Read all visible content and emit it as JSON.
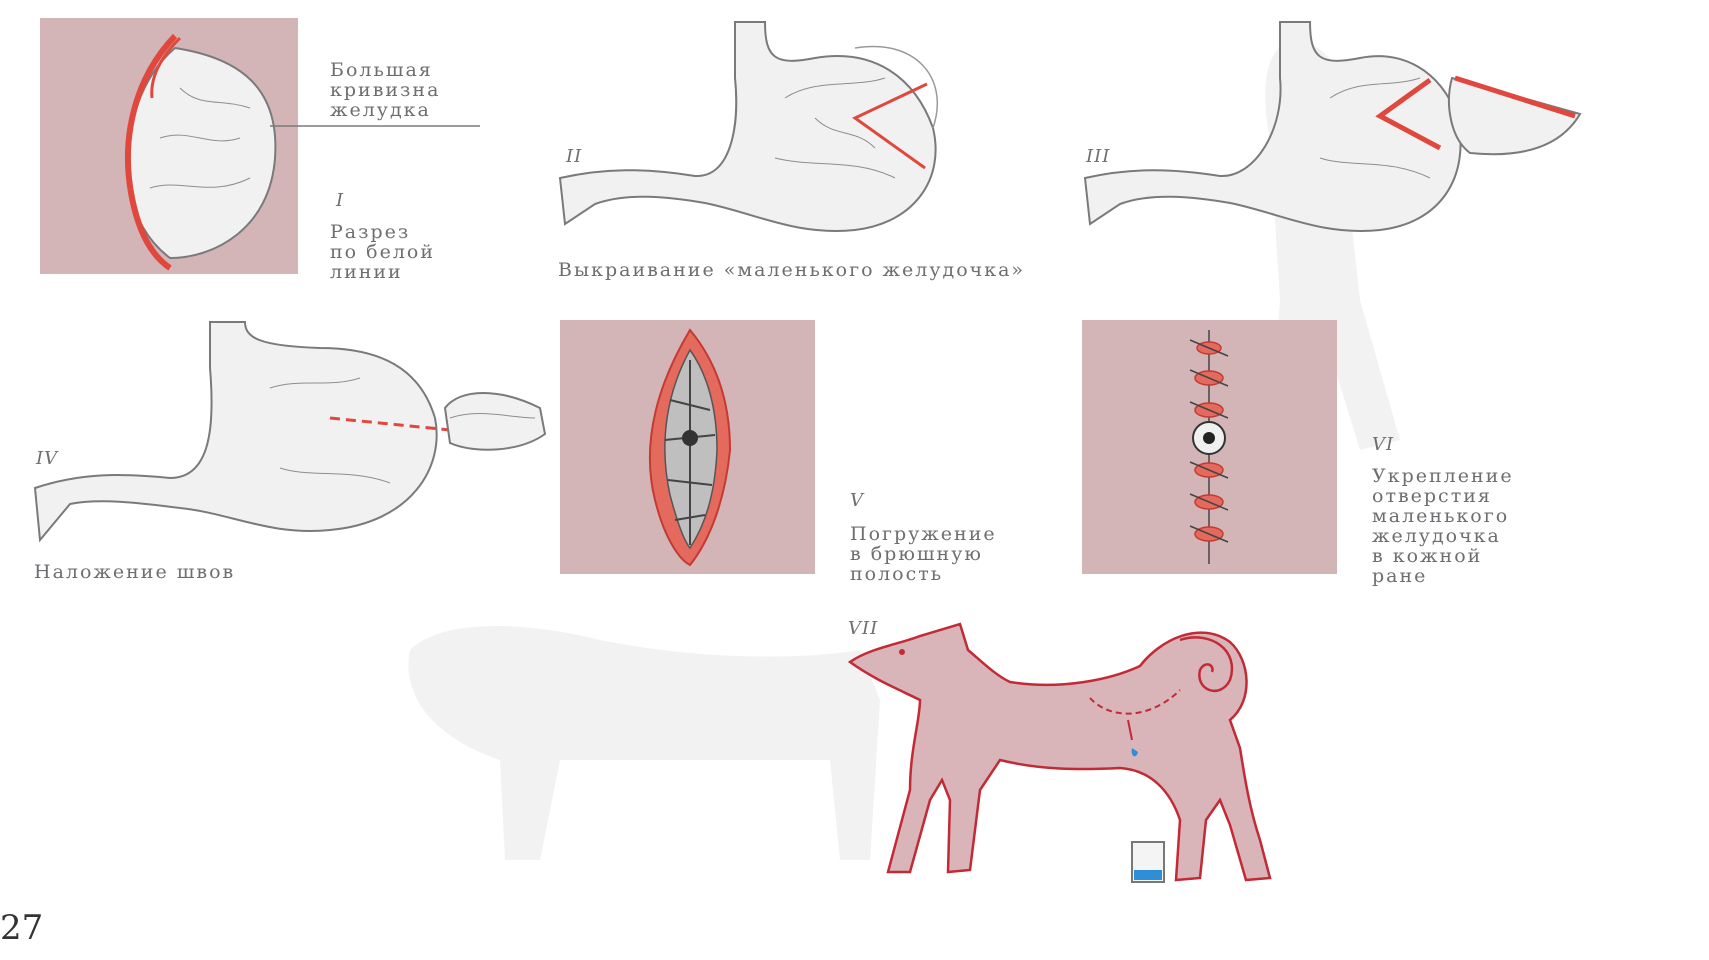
{
  "figure": {
    "panels": [
      {
        "id": "I",
        "numeral": "I",
        "caption": "Разрез\nпо белой\nлинии"
      },
      {
        "id": "II",
        "numeral": "II",
        "caption": ""
      },
      {
        "id": "III",
        "numeral": "III",
        "caption": ""
      },
      {
        "id": "IV",
        "numeral": "IV",
        "caption": ""
      },
      {
        "id": "V",
        "numeral": "V",
        "caption": "Погружение\nв брюшную\nполость"
      },
      {
        "id": "VI",
        "numeral": "VI",
        "caption": "Укрепление\nотверстия\nмаленького\nжелудочка\nв кожной\nране"
      },
      {
        "id": "VII",
        "numeral": "VII",
        "caption": ""
      }
    ],
    "callout_label": "Большая\nкривизна\nжелудка",
    "group_caption_II_III": "Выкраивание «маленького желудочка»",
    "caption_IV": "Наложение швов",
    "page_number": "27"
  },
  "colors": {
    "tissue": "#d3b5b8",
    "incision": "#e0483d",
    "dog": "#d9b4b9",
    "juice": "#2d8fd8",
    "text": "#6e6e72"
  }
}
